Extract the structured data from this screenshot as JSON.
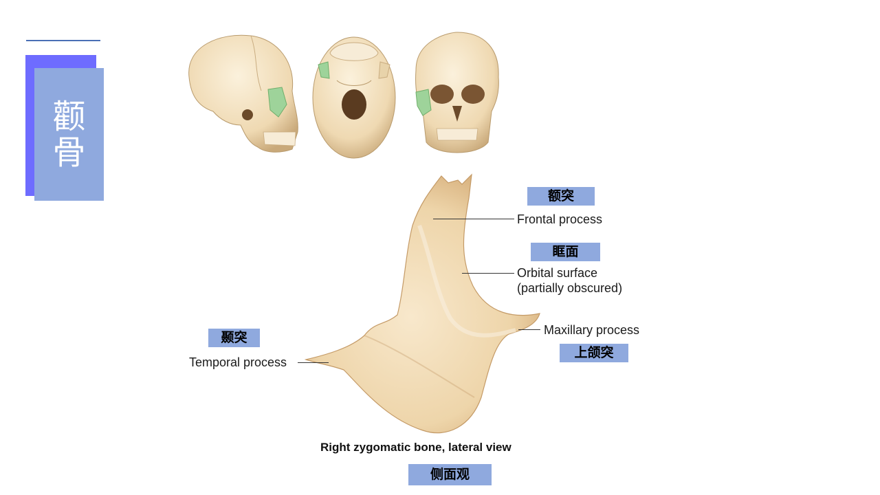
{
  "title": "颧骨",
  "labels": {
    "frontal_en": "Frontal process",
    "frontal_cn": "额突",
    "orbital_en_line1": "Orbital surface",
    "orbital_en_line2": "(partially obscured)",
    "orbital_cn": "眶面",
    "maxillary_en": "Maxillary process",
    "maxillary_cn": "上颌突",
    "temporal_en": "Temporal process",
    "temporal_cn": "颞突"
  },
  "caption": "Right zygomatic bone, lateral view",
  "caption_cn": "侧面观",
  "colors": {
    "accent_back": "#6e6cff",
    "accent_front": "#8fa9de",
    "bone": "#f0d9b0",
    "highlight": "#9ed39a"
  }
}
